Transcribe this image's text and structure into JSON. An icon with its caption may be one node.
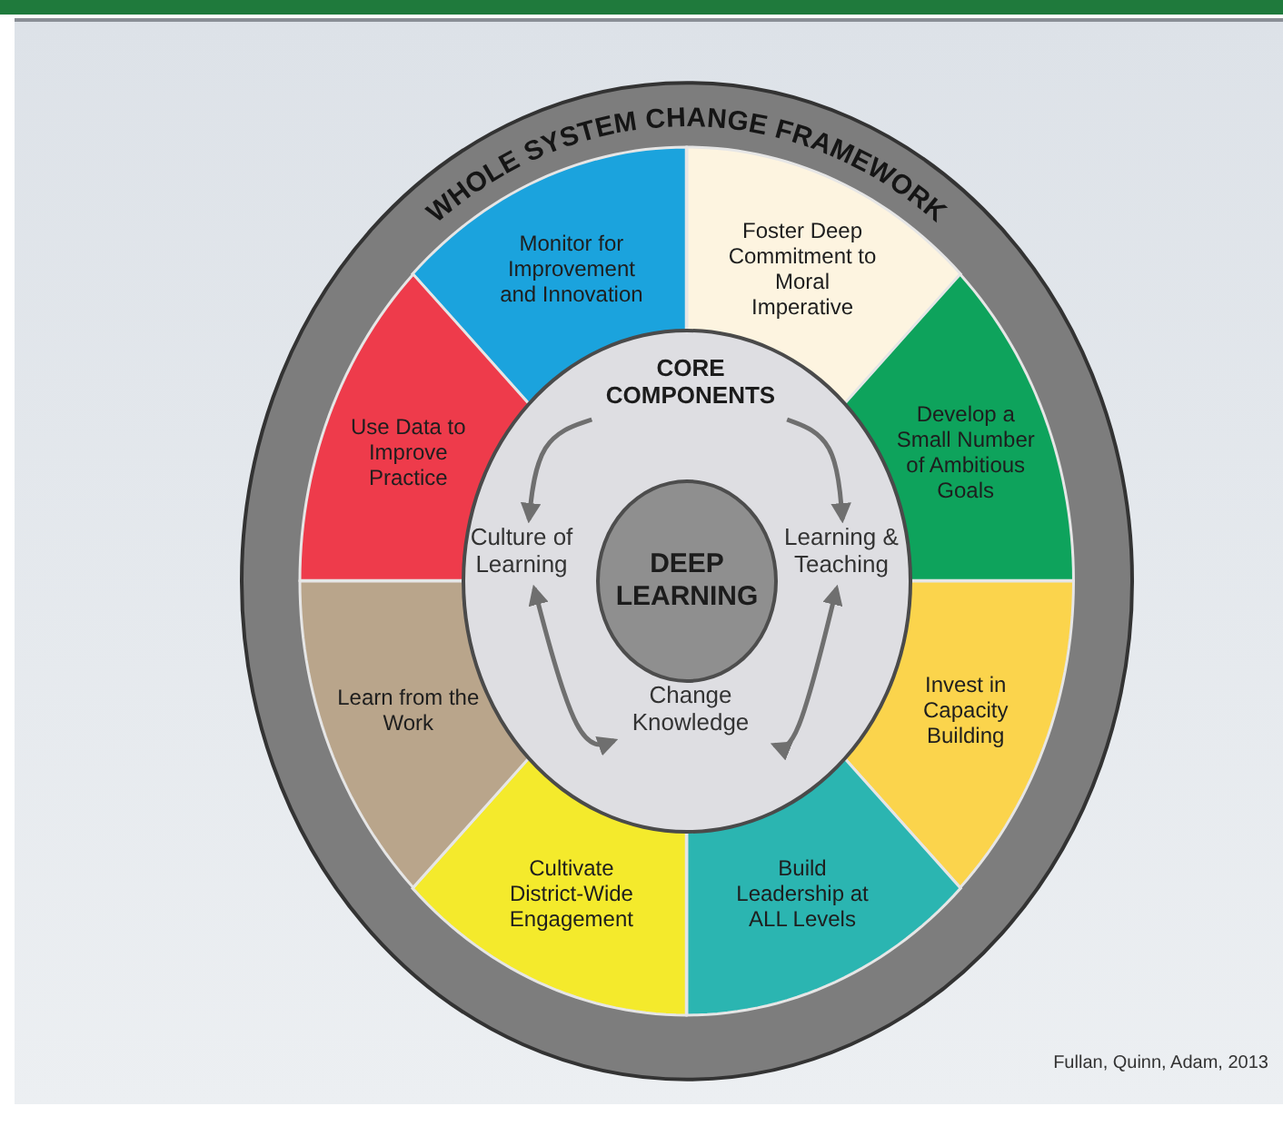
{
  "diagram": {
    "title": "WHOLE SYSTEM CHANGE FRAMEWORK",
    "caption": "Fullan, Quinn, Adam, 2013",
    "nodes": [
      {
        "text": [
          "Monitor for Improvement and Innovation"
        ]
      },
      {
        "text": [
          "Foster Deep Commitment to Moral Imperative"
        ]
      },
      {
        "text": [
          "Develop a Small Number of Ambitious Goals"
        ]
      },
      {
        "text": [
          "Invest in Capacity Building"
        ]
      },
      {
        "text": [
          "Build Leadership at ALL Levels"
        ]
      },
      {
        "text": [
          "Cultivate District-Wide Engagement"
        ]
      },
      {
        "text": [
          "Learn from the Work"
        ]
      },
      {
        "text": [
          "Use Data to Improve Practice"
        ]
      },
      {
        "text": [],
        "shape": "circle"
      },
      {
        "text": [
          "CORE COMPONENTS"
        ],
        "in": 8
      },
      {
        "text": [
          "Culture of Learning"
        ],
        "in": 8
      },
      {
        "text": [
          "DEEP LEARNING"
        ],
        "in": 8
      },
      {
        "text": [
          "Learning & Teaching"
        ],
        "in": 8
      },
      {
        "text": [
          "Change Knowledge"
        ],
        "in": 8
      }
    ],
    "edges": [
      {
        "from": 9,
        "to": 10,
        "arrow": "to"
      },
      {
        "from": 9,
        "to": 12,
        "arrow": "to"
      },
      {
        "from": 10,
        "to": 13,
        "arrow": "both"
      },
      {
        "from": 13,
        "to": 12,
        "arrow": "both"
      }
    ]
  }
}
